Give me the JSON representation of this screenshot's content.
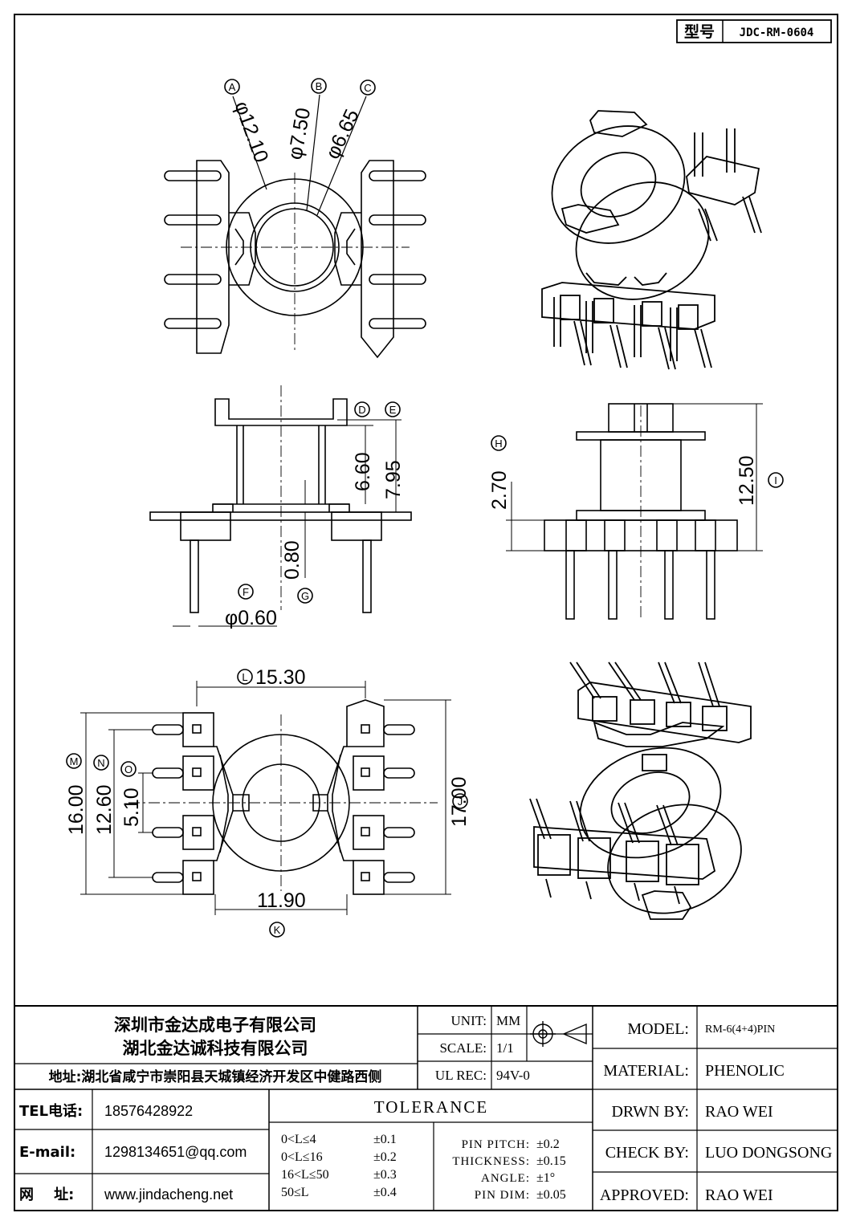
{
  "model_box": {
    "label": "型号",
    "value": "JDC-RM-0604"
  },
  "callouts": {
    "A": "A",
    "B": "B",
    "C": "C",
    "D": "D",
    "E": "E",
    "F": "F",
    "G": "G",
    "H": "H",
    "I": "I",
    "J": "J",
    "K": "K",
    "L": "L",
    "M": "M",
    "N": "N",
    "O": "O"
  },
  "dimensions": {
    "A": "φ12.10",
    "B": "φ7.50",
    "C": "φ6.65",
    "D": "6.60",
    "E": "7.95",
    "F": "φ0.60",
    "G": "0.80",
    "H": "2.70",
    "I": "12.50",
    "L": "15.30",
    "K": "11.90",
    "J": "17.00",
    "M": "16.00",
    "N": "12.60",
    "O": "5.10"
  },
  "title_block": {
    "company1": "深圳市金达成电子有限公司",
    "company2": "湖北金达诚科技有限公司",
    "address": "地址:湖北省咸宁市崇阳县天城镇经济开发区中健路西侧",
    "unit_label": "UNIT:",
    "unit_value": "MM",
    "scale_label": "SCALE:",
    "scale_value": "1/1",
    "ulrec_label": "UL REC:",
    "ulrec_value": "94V-0",
    "model_label": "MODEL:",
    "model_value": "RM-6(4+4)PIN",
    "material_label": "MATERIAL:",
    "material_value": "PHENOLIC",
    "drwn_label": "DRWN BY:",
    "drwn_value": "RAO WEI",
    "check_label": "CHECK BY:",
    "check_value": "LUO DONGSONG",
    "approved_label": "APPROVED:",
    "approved_value": "RAO WEI",
    "tel_label": "TEL电话:",
    "tel_value": "18576428922",
    "email_label": "E-mail:",
    "email_value": "1298134651@qq.com",
    "web_label": "网    址:",
    "web_value": "www.jindacheng.net",
    "tolerance_title": "TOLERANCE",
    "tol_rows": [
      {
        "range": "0<L≤4",
        "tol": "±0.1"
      },
      {
        "range": "0<L≤16",
        "tol": "±0.2"
      },
      {
        "range": "16<L≤50",
        "tol": "±0.3"
      },
      {
        "range": "50≤L",
        "tol": "±0.4"
      }
    ],
    "pin_rows": [
      {
        "label": "PIN PITCH:",
        "tol": "±0.2"
      },
      {
        "label": "THICKNESS:",
        "tol": "±0.15"
      },
      {
        "label": "ANGLE:",
        "tol": "±1°"
      },
      {
        "label": "PIN DIM:",
        "tol": "±0.05"
      }
    ]
  }
}
